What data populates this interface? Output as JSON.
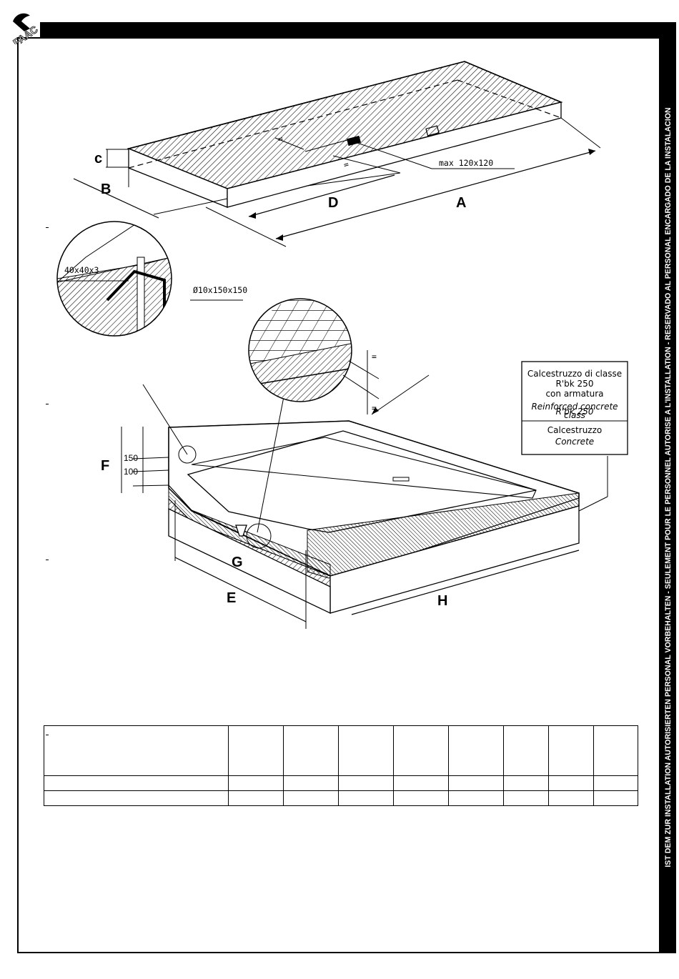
{
  "brand": {
    "logo_text": "FAAC"
  },
  "sidebar": {
    "text": "IST DEM ZUR INSTALLATION AUTORISIERTEN PERSONAL VORBEHALTEN - SEULEMENT POUR LE PERSONNEL AUTORISE A L'INSTALLATION - RESERVADO AL PERSONAL ENCARGADO DE LA INSTALACION"
  },
  "top_diagram": {
    "labels": {
      "c": "c",
      "b": "B",
      "d": "D",
      "a": "A",
      "equal_1": "=",
      "equal_2": "="
    },
    "max_note": "max 120x120"
  },
  "bottom_diagram": {
    "labels": {
      "f": "F",
      "g": "G",
      "e": "E",
      "h": "H",
      "dim_150": "150",
      "dim_100": "100",
      "equal_1": "=",
      "equal_2": "="
    },
    "angle_spec": "40x40x3",
    "mesh_spec": "Ø10x150x150",
    "legend_box": {
      "line1": "Calcestruzzo di classe",
      "line2": "R'bk 250",
      "line3": "con armatura",
      "line4": "Reinforced concrete",
      "line5": "class",
      "line6": "R'bk 250",
      "line7": "Calcestruzzo",
      "line8": "Concrete"
    }
  },
  "table": {
    "header": [
      "",
      "",
      "",
      "",
      "",
      "",
      "",
      "",
      "",
      ""
    ],
    "rows": [
      [
        "",
        "",
        "",
        "",
        "",
        "",
        "",
        "",
        "",
        ""
      ],
      [
        "",
        "",
        "",
        "",
        "",
        "",
        "",
        "",
        "",
        ""
      ]
    ]
  }
}
